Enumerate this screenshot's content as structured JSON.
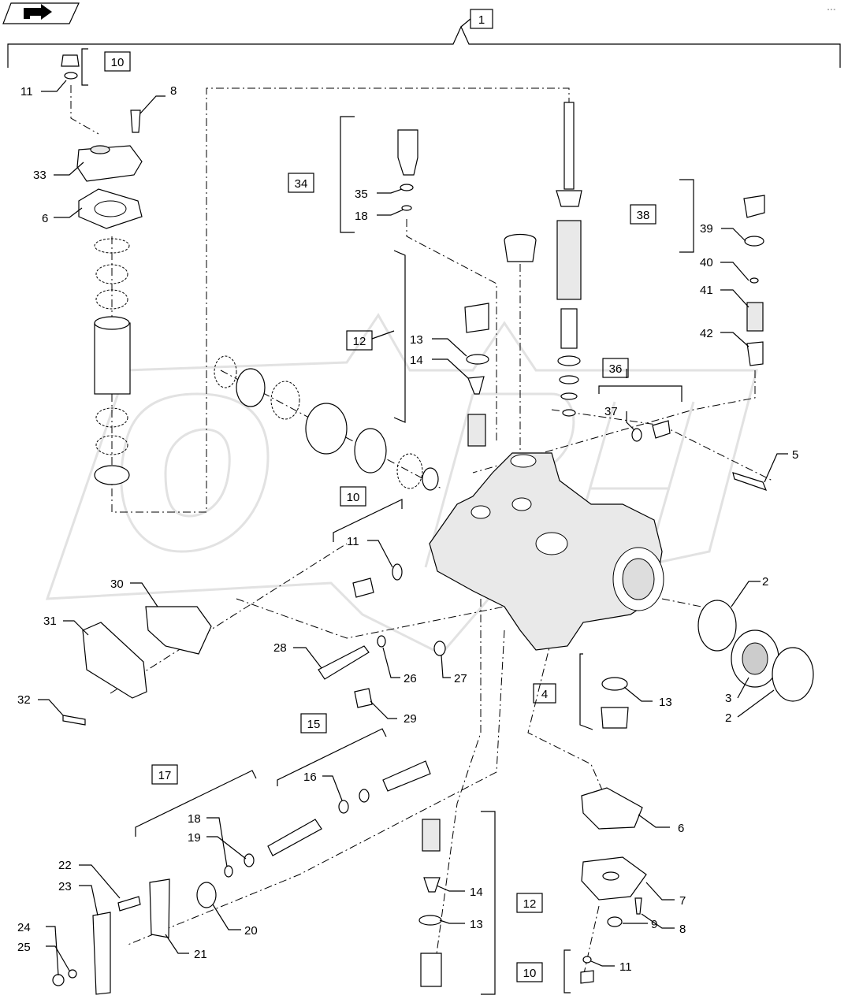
{
  "diagram": {
    "nav_icon": "page-forward-arrow-icon",
    "watermark": "OPH",
    "ref_boxes": [
      {
        "id": "b1",
        "label": "1"
      },
      {
        "id": "b10a",
        "label": "10"
      },
      {
        "id": "b34",
        "label": "34"
      },
      {
        "id": "b38",
        "label": "38"
      },
      {
        "id": "b12a",
        "label": "12"
      },
      {
        "id": "b36",
        "label": "36"
      },
      {
        "id": "b10b",
        "label": "10"
      },
      {
        "id": "b4",
        "label": "4"
      },
      {
        "id": "b15",
        "label": "15"
      },
      {
        "id": "b17",
        "label": "17"
      },
      {
        "id": "b12b",
        "label": "12"
      },
      {
        "id": "b10c",
        "label": "10"
      }
    ],
    "callouts": [
      {
        "id": "c11a",
        "label": "11"
      },
      {
        "id": "c8a",
        "label": "8"
      },
      {
        "id": "c33",
        "label": "33"
      },
      {
        "id": "c6a",
        "label": "6"
      },
      {
        "id": "c35",
        "label": "35"
      },
      {
        "id": "c18a",
        "label": "18"
      },
      {
        "id": "c39",
        "label": "39"
      },
      {
        "id": "c40",
        "label": "40"
      },
      {
        "id": "c41",
        "label": "41"
      },
      {
        "id": "c42",
        "label": "42"
      },
      {
        "id": "c13a",
        "label": "13"
      },
      {
        "id": "c14a",
        "label": "14"
      },
      {
        "id": "c37",
        "label": "37"
      },
      {
        "id": "c5",
        "label": "5"
      },
      {
        "id": "c11b",
        "label": "11"
      },
      {
        "id": "c30",
        "label": "30"
      },
      {
        "id": "c31",
        "label": "31"
      },
      {
        "id": "c2a",
        "label": "2"
      },
      {
        "id": "c3",
        "label": "3"
      },
      {
        "id": "c2b",
        "label": "2"
      },
      {
        "id": "c28",
        "label": "28"
      },
      {
        "id": "c26",
        "label": "26"
      },
      {
        "id": "c27",
        "label": "27"
      },
      {
        "id": "c13b",
        "label": "13"
      },
      {
        "id": "c32",
        "label": "32"
      },
      {
        "id": "c29",
        "label": "29"
      },
      {
        "id": "c16",
        "label": "16"
      },
      {
        "id": "c18b",
        "label": "18"
      },
      {
        "id": "c19",
        "label": "19"
      },
      {
        "id": "c6b",
        "label": "6"
      },
      {
        "id": "c22",
        "label": "22"
      },
      {
        "id": "c23",
        "label": "23"
      },
      {
        "id": "c14b",
        "label": "14"
      },
      {
        "id": "c7",
        "label": "7"
      },
      {
        "id": "c20",
        "label": "20"
      },
      {
        "id": "c13c",
        "label": "13"
      },
      {
        "id": "c8b",
        "label": "8"
      },
      {
        "id": "c9",
        "label": "9"
      },
      {
        "id": "c24",
        "label": "24"
      },
      {
        "id": "c25",
        "label": "25"
      },
      {
        "id": "c21",
        "label": "21"
      },
      {
        "id": "c11c",
        "label": "11"
      }
    ]
  }
}
